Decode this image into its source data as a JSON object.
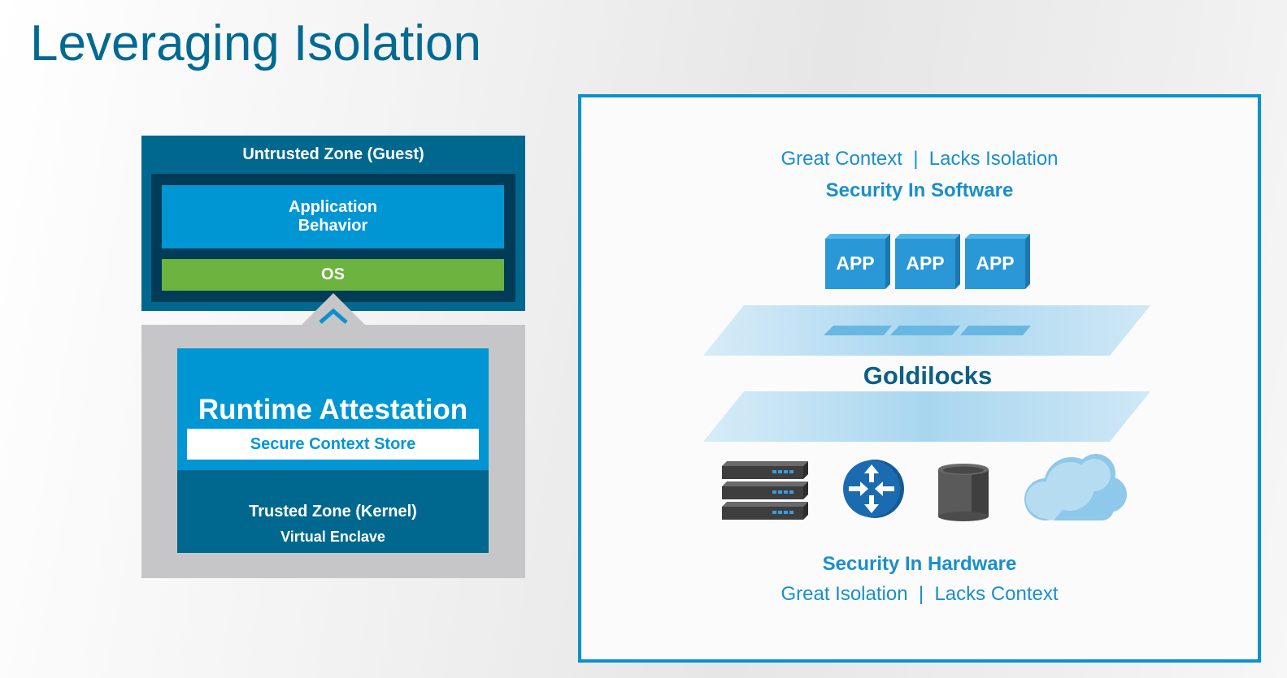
{
  "slide": {
    "title": "Leveraging Isolation"
  },
  "left_diagram": {
    "untrusted_zone": {
      "label": "Untrusted Zone (Guest)",
      "application": "Application\nBehavior",
      "os": "OS"
    },
    "connector_icon": "chevron-up-icon",
    "runtime_attestation": {
      "title": "Runtime Attestation",
      "context_store": "Secure Context Store"
    },
    "trusted_zone": {
      "label": "Trusted Zone (Kernel)",
      "sublabel": "Virtual Enclave"
    }
  },
  "right_panel": {
    "software": {
      "traits": "Great Context  |  Lacks Isolation",
      "heading": "Security In Software",
      "apps": [
        "APP",
        "APP",
        "APP"
      ]
    },
    "middle_label": "Goldilocks",
    "hardware": {
      "icons": [
        "server-stack-icon",
        "router-icon",
        "database-icon",
        "cloud-icon"
      ],
      "heading": "Security In Hardware",
      "traits": "Great Isolation  |  Lacks Context"
    }
  },
  "colors": {
    "title": "#006a92",
    "dark_teal": "#00688f",
    "navy": "#003b57",
    "bright_blue": "#0096d3",
    "green": "#6db33f",
    "gray": "#c6c6c8",
    "panel_border": "#0a91ce"
  }
}
